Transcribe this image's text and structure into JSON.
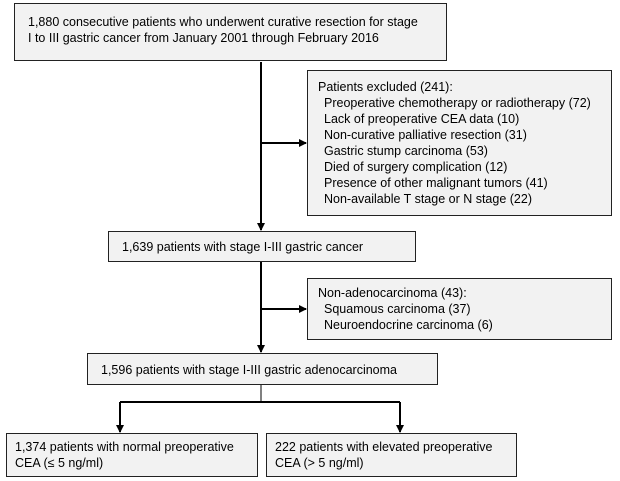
{
  "flowchart": {
    "start_box": {
      "lines": [
        "1,880 consecutive patients who underwent curative resection for stage",
        "I to III gastric cancer from January 2001 through February 2016"
      ]
    },
    "excluded_box": {
      "title": "Patients excluded (241):",
      "items": [
        "Preoperative chemotherapy or radiotherapy (72)",
        "Lack of preoperative CEA data (10)",
        "Non-curative palliative resection (31)",
        "Gastric stump carcinoma (53)",
        "Died of surgery complication (12)",
        "Presence of other malignant tumors (41)",
        "Non-available T stage or N stage (22)"
      ]
    },
    "stage_box": {
      "text": "1,639 patients with stage I-III gastric cancer"
    },
    "non_adeno_box": {
      "title": "Non-adenocarcinoma (43):",
      "items": [
        "Squamous carcinoma (37)",
        "Neuroendocrine carcinoma (6)"
      ]
    },
    "adeno_box": {
      "text": "1,596 patients with stage I-III gastric adenocarcinoma"
    },
    "normal_cea_box": {
      "lines": [
        "1,374 patients with normal preoperative",
        "CEA (≤ 5 ng/ml)"
      ]
    },
    "elevated_cea_box": {
      "lines": [
        "222 patients with elevated preoperative",
        "CEA (> 5 ng/ml)"
      ]
    }
  }
}
